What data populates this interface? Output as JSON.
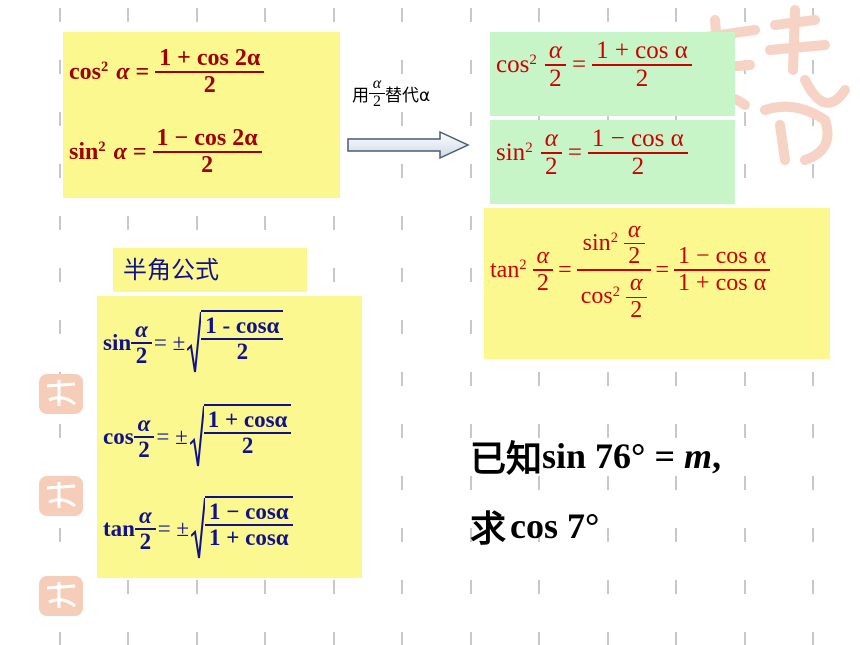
{
  "double_angle": {
    "cos2": {
      "lhs_fn": "cos",
      "lhs_exp": "2",
      "lhs_var": "α",
      "eq": "=",
      "num": "1 + cos 2α",
      "den": "2"
    },
    "sin2": {
      "lhs_fn": "sin",
      "lhs_exp": "2",
      "lhs_var": "α",
      "eq": "=",
      "num": "1 − cos 2α",
      "den": "2"
    }
  },
  "substitute": {
    "prefix": "用",
    "num": "α",
    "den": "2",
    "suffix": "替代α"
  },
  "half_squared": {
    "cos": {
      "fn": "cos",
      "exp": "2",
      "num": "α",
      "den": "2",
      "eq": "=",
      "rnum": "1 + cos α",
      "rden": "2"
    },
    "sin": {
      "fn": "sin",
      "exp": "2",
      "num": "α",
      "den": "2",
      "eq": "=",
      "rnum": "1 − cos α",
      "rden": "2"
    },
    "tan": {
      "fn": "tan",
      "exp": "2",
      "num": "α",
      "den": "2",
      "eq": "=",
      "mid_top_fn": "sin",
      "mid_bot_fn": "cos",
      "mid_exp": "2",
      "mid_num": "α",
      "mid_den": "2",
      "eq2": "=",
      "rnum": "1 − cos α",
      "rden": "1 + cos α"
    }
  },
  "half_angle_title": "半角公式",
  "half_angle": {
    "sin": {
      "fn": "sin",
      "num": "α",
      "den": "2",
      "eq": "= ±",
      "rnum": "1 - cosα",
      "rden": "2"
    },
    "cos": {
      "fn": "cos",
      "num": "α",
      "den": "2",
      "eq": "= ±",
      "rnum": "1 + cosα",
      "rden": "2"
    },
    "tan": {
      "fn": "tan",
      "num": "α",
      "den": "2",
      "eq": "= ±",
      "rnum": "1 − cosα",
      "rden": "1 + cosα"
    }
  },
  "problem": {
    "line1_prefix": "已知",
    "line1_math": "sin 76° = ",
    "line1_var": "m",
    "line1_suffix": ",",
    "line2_prefix": "求",
    "line2_math": "cos 7°"
  },
  "colors": {
    "yellow": "#fbf890",
    "green": "#c8f5c8",
    "red": "#cc0000",
    "navy": "#11118a",
    "dash": "#c8c8c8"
  }
}
